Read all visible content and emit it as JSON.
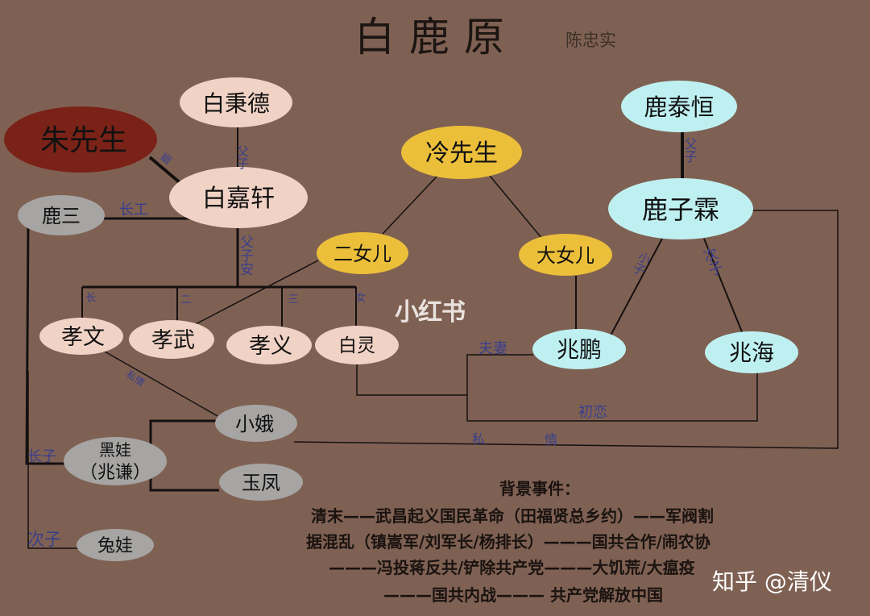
{
  "header": {
    "title": "白鹿原",
    "author": "陈忠实"
  },
  "people": {
    "zhu": "朱先生",
    "bai_bingde": "白秉德",
    "bai_jiaxuan": "白嘉轩",
    "lu_san": "鹿三",
    "leng": "冷先生",
    "er_nver": "二女儿",
    "da_nver": "大女儿",
    "lu_taiheng": "鹿泰恒",
    "lu_zilin": "鹿子霖",
    "xiaowen": "孝文",
    "xiaowu": "孝武",
    "xiaoyi": "孝义",
    "bailing": "白灵",
    "zhaopeng": "兆鹏",
    "zhaohai": "兆海",
    "xiao_e": "小娥",
    "heiwa_1": "黑娃",
    "heiwa_2": "（兆谦）",
    "yufeng": "玉凤",
    "tuwa": "兔娃"
  },
  "relations": {
    "ji": "姻",
    "fuzi_1": "父子",
    "changgong": "长工",
    "fuzi_an": "父子安",
    "chang": "长",
    "er": "二",
    "san": "三",
    "nv": "女",
    "fuzi_2": "父子",
    "xiaozi": "小子",
    "cizi_r": "次子",
    "fuqi": "夫妻",
    "qingyuan": "私情",
    "chulian": "初恋",
    "sizi": "私",
    "sizi2": "情",
    "zhangzi": "长子",
    "cizi_l": "次子"
  },
  "background": {
    "title": "背景事件：",
    "lines": [
      "清末——武昌起义国民革命（田福贤总乡约）——军阀割",
      "据混乱（镇嵩军/刘军长/杨排长）———国共合作/闹农协",
      "———冯投蒋反共/铲除共产党———大饥荒/大瘟疫",
      "———国共内战——— 共产党解放中国"
    ]
  },
  "watermarks": {
    "xhs": "小红书",
    "zhihu": "知乎 @清仪"
  },
  "colors": {
    "background": "#7f6153",
    "pink": "#f1d3c6",
    "yellow": "#ecbf3a",
    "cyan": "#bff0f1",
    "gray": "#a6a5a3",
    "zhu": "#7b2218",
    "line": "#151010",
    "label": "#3a3f8c"
  }
}
